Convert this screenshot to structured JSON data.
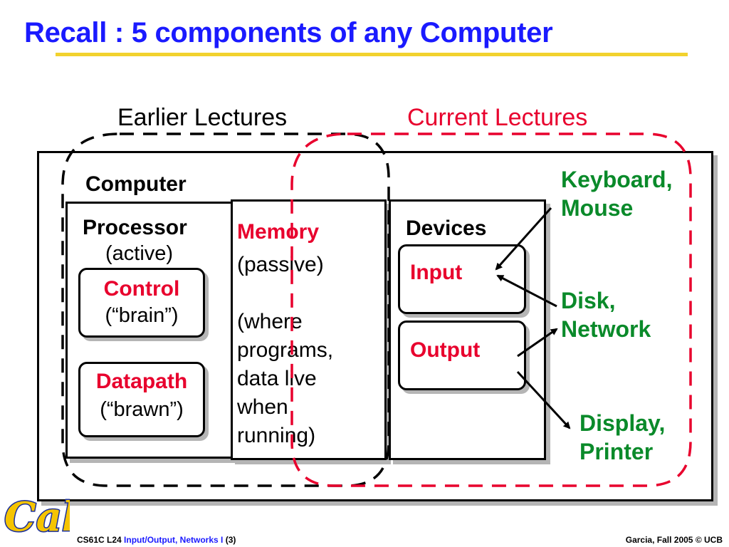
{
  "slide": {
    "title": "Recall : 5 components of any Computer"
  },
  "groups": {
    "earlier": "Earlier Lectures",
    "current": "Current Lectures"
  },
  "computer": {
    "label": "Computer",
    "processor": {
      "label": "Processor",
      "note": "(active)",
      "control": {
        "label": "Control",
        "note": "(“brain”)"
      },
      "datapath": {
        "label": "Datapath",
        "note": "(“brawn”)"
      }
    },
    "memory": {
      "label": "Memory",
      "description": "(passive)\n\n(where\nprograms,\ndata live\nwhen\nrunning)"
    },
    "devices": {
      "label": "Devices",
      "input": "Input",
      "output": "Output"
    }
  },
  "external": {
    "keyboard": "Keyboard,\nMouse",
    "disk": "Disk,\nNetwork",
    "display": "Display,\nPrinter"
  },
  "footer": {
    "course": "CS61C L24",
    "topic": "Input/Output, Networks I",
    "page": "(3)",
    "credit": "Garcia, Fall 2005 © UCB"
  },
  "colors": {
    "title_blue": "#1a1aff",
    "accent_red": "#e8002d",
    "device_green": "#0a8a2a",
    "title_rule_gold": "#f2d22e",
    "logo_gold": "#f5c400",
    "logo_blue": "#1a2f9c"
  },
  "icons": {
    "logo": "cal-logo"
  }
}
